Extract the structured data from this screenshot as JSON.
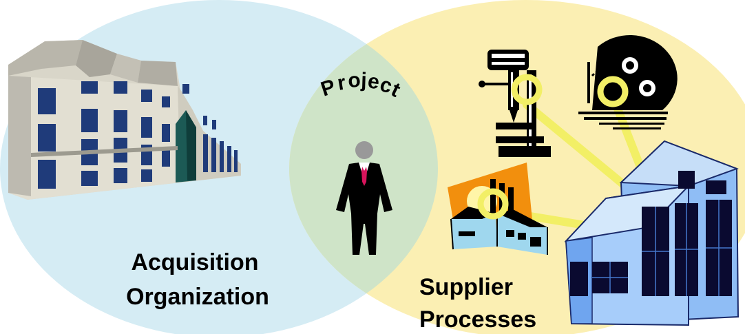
{
  "labels": {
    "project": "Project",
    "acquisition_line1": "Acquisition",
    "acquisition_line2": "Organization",
    "supplier_line1": "Supplier",
    "supplier_line2": "Processes"
  },
  "icons": {
    "acquisition_building": "office-building-icon",
    "person": "businessman-icon",
    "drill_press": "drill-press-icon",
    "robot_arm": "robotic-arm-icon",
    "factory": "factory-icon",
    "supplier_building": "supplier-building-icon"
  },
  "colors": {
    "acquisition_circle": "#d5ecf4",
    "supplier_circle": "#fbefb3",
    "overlap": "#cfe4c8",
    "connector": "#f2ef66",
    "supplier_building_blue": "#8fbdf5",
    "factory_orange": "#f28f0d"
  }
}
